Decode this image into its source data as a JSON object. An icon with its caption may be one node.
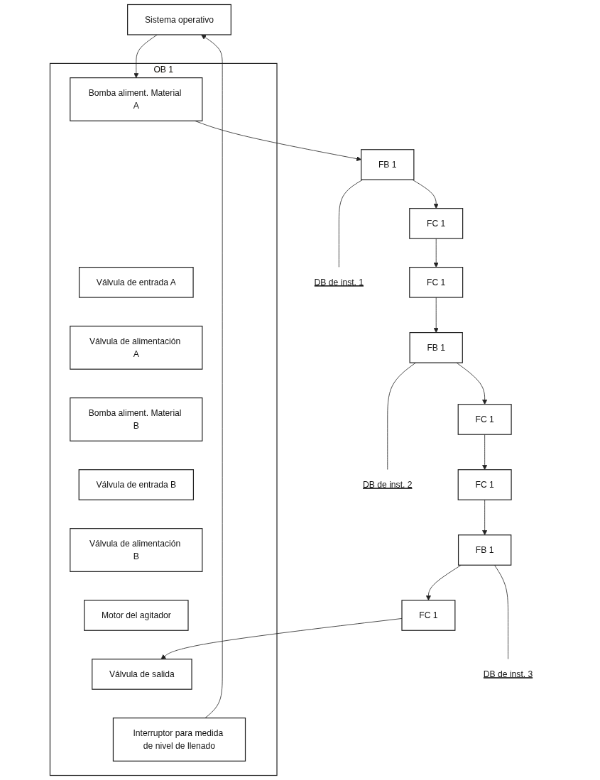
{
  "diagram": {
    "nodes": [
      {
        "text": [
          "Sistema operativo"
        ]
      },
      {
        "text": [
          "OB 1"
        ]
      },
      {
        "text": [
          "Bomba aliment. Material A"
        ],
        "in": 1
      },
      {
        "text": [
          "Válvula de entrada A"
        ],
        "in": 1
      },
      {
        "text": [
          "Válvula de alimentación A"
        ],
        "in": 1
      },
      {
        "text": [
          "Bomba aliment. Material B"
        ],
        "in": 1
      },
      {
        "text": [
          "Válvula de entrada B"
        ],
        "in": 1
      },
      {
        "text": [
          "Válvula de alimentación B"
        ],
        "in": 1
      },
      {
        "text": [
          "Motor del agitador"
        ],
        "in": 1
      },
      {
        "text": [
          "Válvula de salida"
        ],
        "in": 1
      },
      {
        "text": [
          "Interruptor para medida de nivel de llenado"
        ],
        "in": 1
      },
      {
        "text": [
          "FB 1"
        ]
      },
      {
        "text": [
          "DB de inst. 1"
        ]
      },
      {
        "text": [
          "FC 1"
        ]
      },
      {
        "text": [
          "FC 1"
        ]
      },
      {
        "text": [
          "FB 1"
        ]
      },
      {
        "text": [
          "DB de inst. 2"
        ]
      },
      {
        "text": [
          "FC 1"
        ]
      },
      {
        "text": [
          "FC 1"
        ]
      },
      {
        "text": [
          "FB 1"
        ]
      },
      {
        "text": [
          "DB de inst. 3"
        ]
      },
      {
        "text": [
          "FC 1"
        ]
      }
    ],
    "edges": [
      {
        "from": 0,
        "to": 2,
        "arrow": "to"
      },
      {
        "from": 2,
        "to": 11,
        "arrow": "to"
      },
      {
        "from": 11,
        "to": 12,
        "arrow": "none"
      },
      {
        "from": 11,
        "to": 13,
        "arrow": "to"
      },
      {
        "from": 13,
        "to": 14,
        "arrow": "to"
      },
      {
        "from": 14,
        "to": 15,
        "arrow": "to"
      },
      {
        "from": 15,
        "to": 16,
        "arrow": "none"
      },
      {
        "from": 15,
        "to": 17,
        "arrow": "to"
      },
      {
        "from": 17,
        "to": 18,
        "arrow": "to"
      },
      {
        "from": 18,
        "to": 19,
        "arrow": "to"
      },
      {
        "from": 19,
        "to": 20,
        "arrow": "none"
      },
      {
        "from": 19,
        "to": 21,
        "arrow": "to"
      },
      {
        "from": 21,
        "to": 9,
        "arrow": "to"
      },
      {
        "from": 10,
        "to": 0,
        "arrow": "to"
      }
    ]
  }
}
